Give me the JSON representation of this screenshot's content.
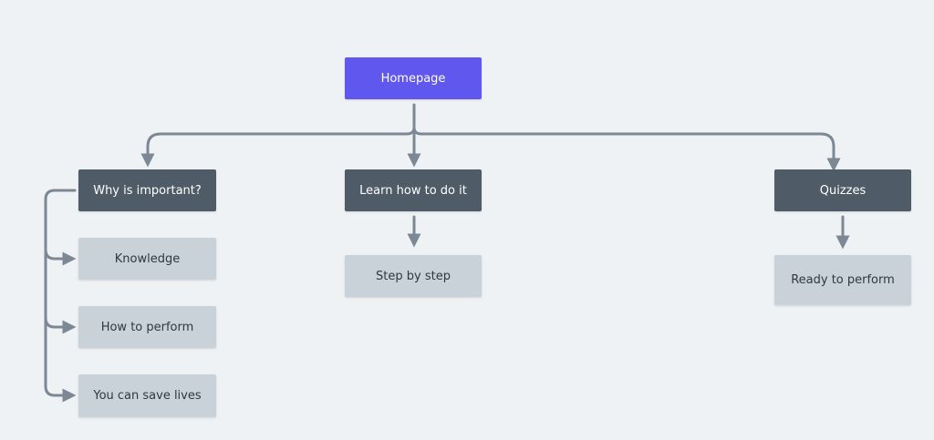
{
  "diagram": {
    "root": {
      "label": "Homepage"
    },
    "branches": [
      {
        "label": "Why is important?",
        "children": [
          "Knowledge",
          "How to perform",
          "You can save lives"
        ]
      },
      {
        "label": "Learn how to do it",
        "children": [
          "Step by step"
        ]
      },
      {
        "label": "Quizzes",
        "children": [
          "Ready to perform"
        ]
      }
    ]
  },
  "colors": {
    "background": "#eff2f5",
    "root_fill": "#6057ee",
    "branch_fill": "#4f5b66",
    "leaf_fill": "#c9d1d9",
    "connector": "#7c8893"
  }
}
